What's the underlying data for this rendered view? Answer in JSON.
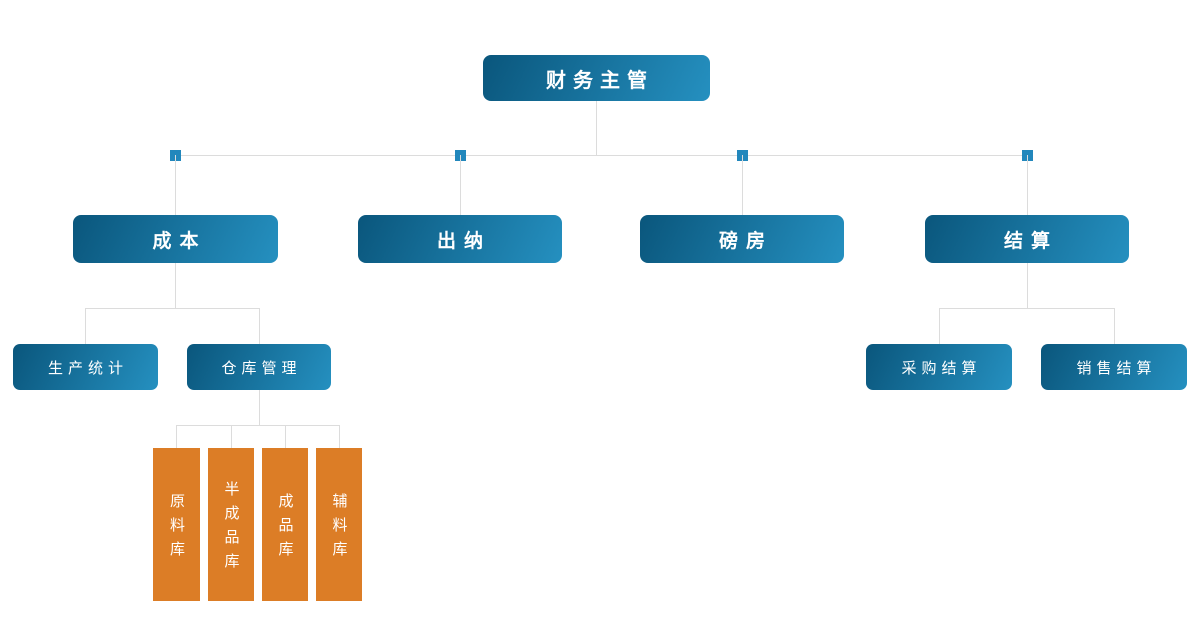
{
  "org_chart": {
    "root": {
      "label": "财务主管"
    },
    "departments": [
      {
        "label": "成本"
      },
      {
        "label": "出纳"
      },
      {
        "label": "磅房"
      },
      {
        "label": "结算"
      }
    ],
    "cost_children": [
      {
        "label": "生产统计"
      },
      {
        "label": "仓库管理"
      }
    ],
    "warehouse_children": [
      {
        "label": "原料库"
      },
      {
        "label": "半成品库"
      },
      {
        "label": "成品库"
      },
      {
        "label": "辅料库"
      }
    ],
    "settlement_children": [
      {
        "label": "采购结算"
      },
      {
        "label": "销售结算"
      }
    ],
    "colors": {
      "node_gradient_dark": "#0a567c",
      "node_gradient_light": "#2590c0",
      "warehouse_box_orange": "#dc7d26",
      "connector_line": "#dcdcdc",
      "connector_square": "#2287bc",
      "node_text": "#ffffff"
    }
  }
}
